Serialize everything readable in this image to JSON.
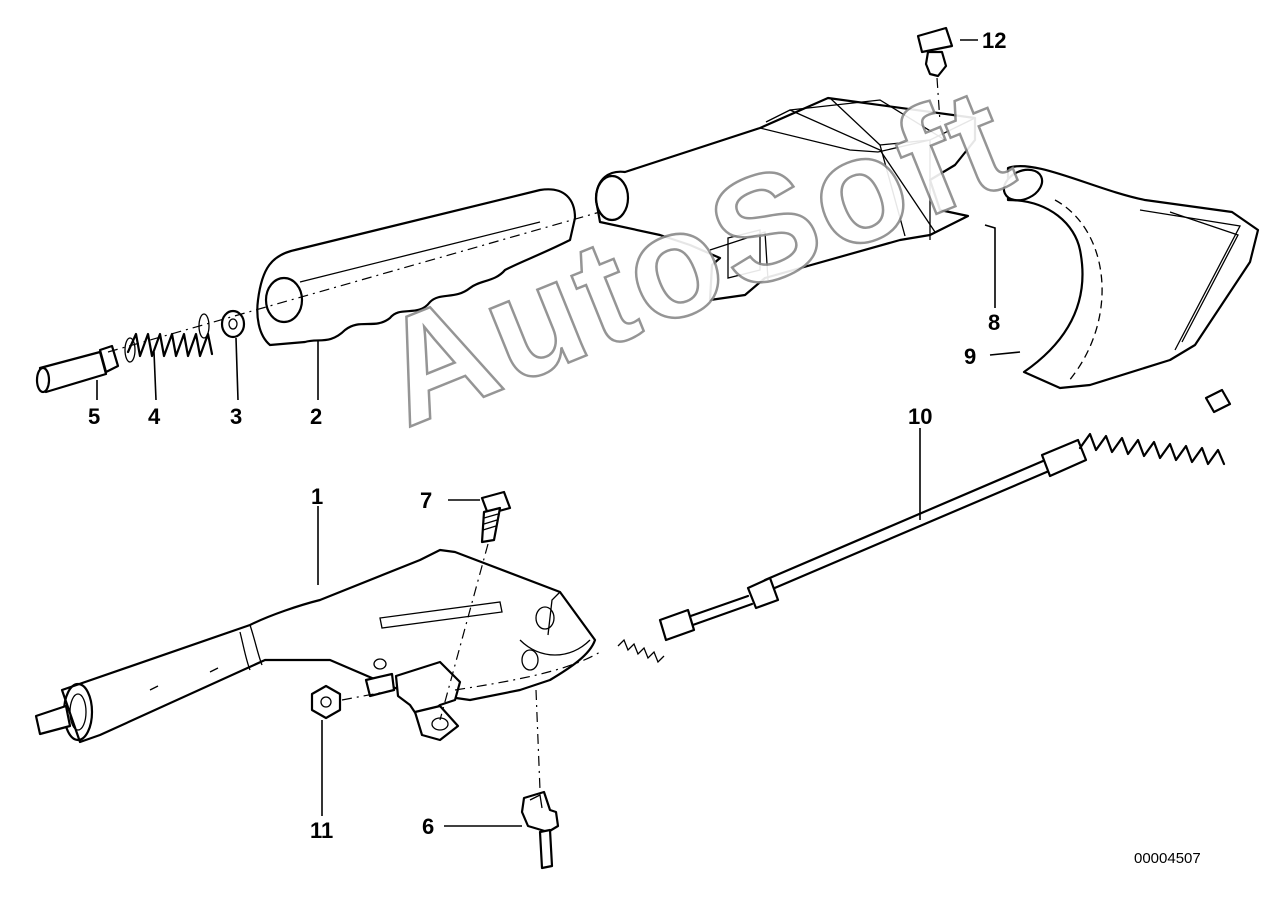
{
  "watermark": "AutoSoft",
  "reference_number": "00004507",
  "callouts": {
    "c1": "1",
    "c2": "2",
    "c3": "3",
    "c4": "4",
    "c5": "5",
    "c6": "6",
    "c7": "7",
    "c8": "8",
    "c9": "9",
    "c10": "10",
    "c11": "11",
    "c12": "12"
  }
}
